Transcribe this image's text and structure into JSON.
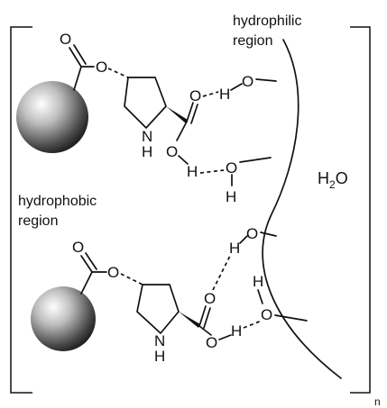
{
  "labels": {
    "hydrophilic_region": [
      "hydrophilic",
      "region"
    ],
    "hydrophobic_region": [
      "hydrophobic",
      "region"
    ],
    "water": {
      "main": "H",
      "sub": "2",
      "tail": "O"
    },
    "repeat_subscript": "n"
  },
  "atoms": {
    "oxygen": "O",
    "hydrogen": "H",
    "nitrogen": "N"
  },
  "colors": {
    "ink": "#111111",
    "sphere_light": "#ffffff",
    "sphere_dark": "#111111"
  }
}
